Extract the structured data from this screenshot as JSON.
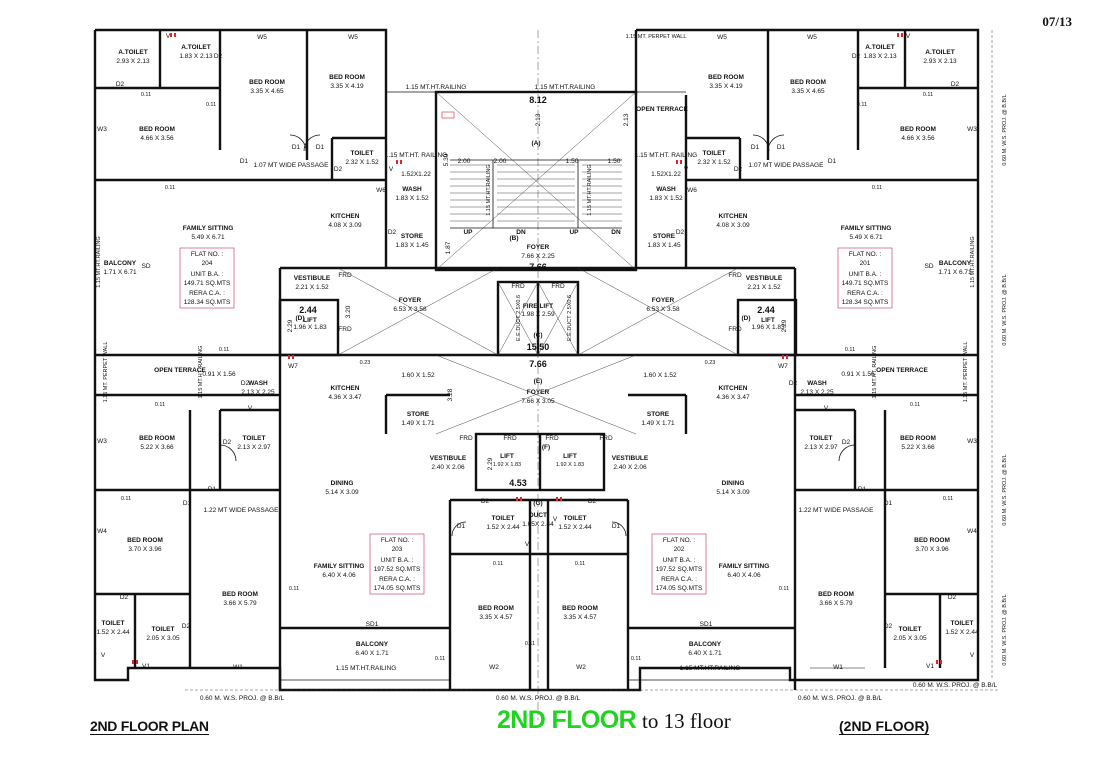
{
  "page_number": "07/13",
  "titles": {
    "left": "2ND FLOOR PLAN",
    "center_main": "2ND FLOOR",
    "center_sub": "to 13 floor",
    "right": "(2ND FLOOR)"
  },
  "rooms": {
    "toilet_a": "A.TOILET",
    "bed_room": "BED ROOM",
    "family_sitting": "FAMILY SITTING",
    "balcony": "BALCONY",
    "kitchen": "KITCHEN",
    "store": "STORE",
    "wash": "WASH",
    "toilet": "TOILET",
    "open_terrace": "OPEN TERRACE",
    "foyer": "FOYER",
    "vestibule": "VESTIBULE",
    "lift": "LIFT",
    "fire_lift": "FIRE LIFT",
    "dining": "DINING",
    "duct": "DUCT"
  },
  "dims": {
    "a_toilet_outer": "2.93 X 2.13",
    "a_toilet_inner": "1.83 X 2.13",
    "bed_top_outer": "3.35 X 4.65",
    "bed_top_inner": "3.35 X 4.19",
    "bed_side_top": "4.66 X 3.56",
    "toilet_top": "2.32 X 1.52",
    "railing_small": "1.52X1.22",
    "wash_top": "1.83 X 1.52",
    "kitchen_top": "4.08 X 3.09",
    "store_top": "1.83 X 1.45",
    "family_top": "5.49 X 6.71",
    "balcony_top": "1.71 X 6.71",
    "vestibule_top": "2.21 X 1.52",
    "foyer_side": "6.53 X 3.58",
    "lift_side": "1.96 X 1.83",
    "foyer_b": "7.66 X 2.25",
    "fire_lift": "1.98 X 2.59",
    "open_terrace_w": "0.91 X 1.56",
    "wash_bottom": "2.13 X 2.25",
    "kitchen_bottom": "4.36 X 3.47",
    "store_mid": "1.60 X 1.52",
    "foyer_e": "7.66 X 3.05",
    "store_bottom": "1.49 X 1.71",
    "bed_side_bottom": "5.22 X 3.66",
    "toilet_bottom": "2.13 X 2.97",
    "vestibule_bottom": "2.40 X 2.06",
    "lift_small": "1.92 X 1.83",
    "dining": "5.14 X 3.09",
    "bed_small": "3.70 X 3.96",
    "family_bottom": "6.40 X 4.06",
    "toilet_center": "1.52 X 2.44",
    "duct": "1.05X 2.44",
    "bed_big": "3.66 X 5.79",
    "toilet_corner": "2.05 X 3.05",
    "toilet_small": "1.52 X 2.44",
    "bed_center": "3.35 X 4.57",
    "balcony_bottom": "6.40 X 1.71"
  },
  "stair": {
    "width": "8.12",
    "h": "2.13",
    "w1": "2.00",
    "w2": "1.50",
    "rise": "5.30",
    "mark_a": "(A)",
    "mark_b": "(B)",
    "mark_c": "(C)",
    "mark_e": "(E)",
    "mark_f": "(F)",
    "mark_g": "(G)",
    "mark_d": "(D)",
    "up": "UP",
    "dn": "DN",
    "w766": "7.66",
    "w1550": "15.50",
    "w453": "4.53",
    "h187": "1.87",
    "h328": "3.28",
    "h229": "2.29",
    "h320": "3.20",
    "w244": "2.44",
    "railing_stair": "1.15 MT.HT.RAILING"
  },
  "flats": [
    {
      "flat_label": "FLAT NO. :",
      "no": "204",
      "unit_label": "UNIT B.A. :",
      "unit": "149.71 SQ.MTS",
      "rera_label": "RERA C.A. :",
      "rera": "128.34 SQ.MTS"
    },
    {
      "flat_label": "FLAT NO. :",
      "no": "201",
      "unit_label": "UNIT B.A. :",
      "unit": "149.71 SQ.MTS",
      "rera_label": "RERA C.A. :",
      "rera": "128.34 SQ.MTS"
    },
    {
      "flat_label": "FLAT NO. :",
      "no": "203",
      "unit_label": "UNIT B.A. :",
      "unit": "197.52 SQ.MTS",
      "rera_label": "RERA C.A. :",
      "rera": "174.05 SQ.MTS"
    },
    {
      "flat_label": "FLAT NO. :",
      "no": "202",
      "unit_label": "UNIT B.A. :",
      "unit": "197.52 SQ.MTS",
      "rera_label": "RERA C.A. :",
      "rera": "174.05 SQ.MTS"
    }
  ],
  "notes": {
    "wide_passage_107": "1.07 MT WIDE PASSAGE",
    "wide_passage_122": "1.22 MT WIDE PASSAGE",
    "railing": "1.15 MT.HT.RAILING",
    "railing_short": "1.15 MT.HT. RAILING",
    "perpet_wall": "1.15 MT. PERPET WALL",
    "ws_proj": "0.60 M. W.S. PROJ. @ B.B/L",
    "elect_duct": "E.E.DUCT 2.5X0.6",
    "pc": "0.11",
    "pc23": "0.23"
  },
  "tags": {
    "w1": "W1",
    "w2": "W2",
    "w3": "W3",
    "w4": "W4",
    "w5": "W5",
    "w6": "W6",
    "w7": "W7",
    "d1": "D1",
    "d2": "D2",
    "v": "V",
    "v1": "V1",
    "frd": "FRD",
    "sd": "SD",
    "sd1": "SD1"
  }
}
